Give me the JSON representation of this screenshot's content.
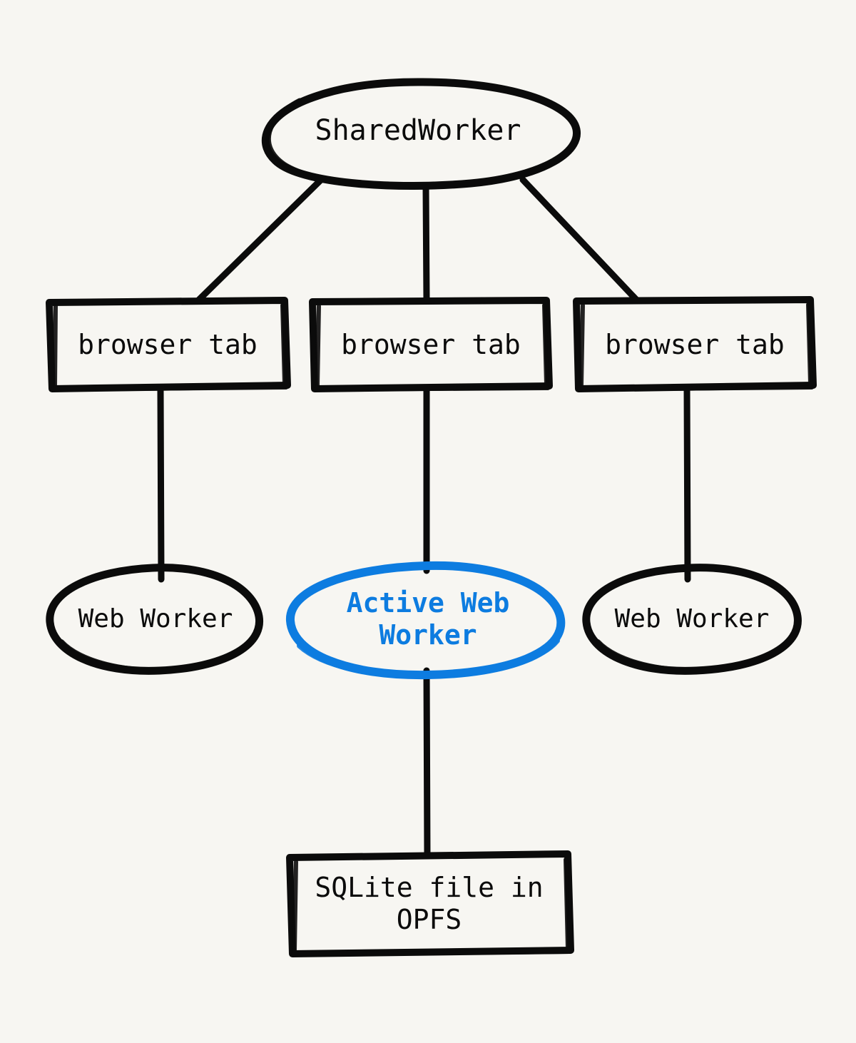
{
  "diagram": {
    "title": "SharedWorker / browser tab / Web Worker / OPFS architecture",
    "background_color": "#f7f6f2",
    "stroke_color": "#0b0b0b",
    "accent_color": "#0d7ce0",
    "style": "hand-drawn sketch"
  },
  "nodes": {
    "shared_worker": {
      "label": "SharedWorker",
      "shape": "ellipse",
      "color": "#0b0b0b"
    },
    "tabs": [
      {
        "label": "browser tab",
        "shape": "rect",
        "color": "#0b0b0b"
      },
      {
        "label": "browser tab",
        "shape": "rect",
        "color": "#0b0b0b"
      },
      {
        "label": "browser tab",
        "shape": "rect",
        "color": "#0b0b0b"
      }
    ],
    "workers": [
      {
        "label": "Web Worker",
        "shape": "ellipse",
        "color": "#0b0b0b",
        "active": false
      },
      {
        "label": "Active Web\nWorker",
        "shape": "ellipse",
        "color": "#0d7ce0",
        "active": true
      },
      {
        "label": "Web Worker",
        "shape": "ellipse",
        "color": "#0b0b0b",
        "active": false
      }
    ],
    "storage": {
      "label": "SQLite file in\nOPFS",
      "shape": "rect",
      "color": "#0b0b0b"
    }
  },
  "edges": [
    {
      "from": "shared_worker",
      "to": "tab_1"
    },
    {
      "from": "shared_worker",
      "to": "tab_2"
    },
    {
      "from": "shared_worker",
      "to": "tab_3"
    },
    {
      "from": "tab_1",
      "to": "worker_1"
    },
    {
      "from": "tab_2",
      "to": "worker_2_active"
    },
    {
      "from": "tab_3",
      "to": "worker_3"
    },
    {
      "from": "worker_2_active",
      "to": "storage"
    }
  ]
}
